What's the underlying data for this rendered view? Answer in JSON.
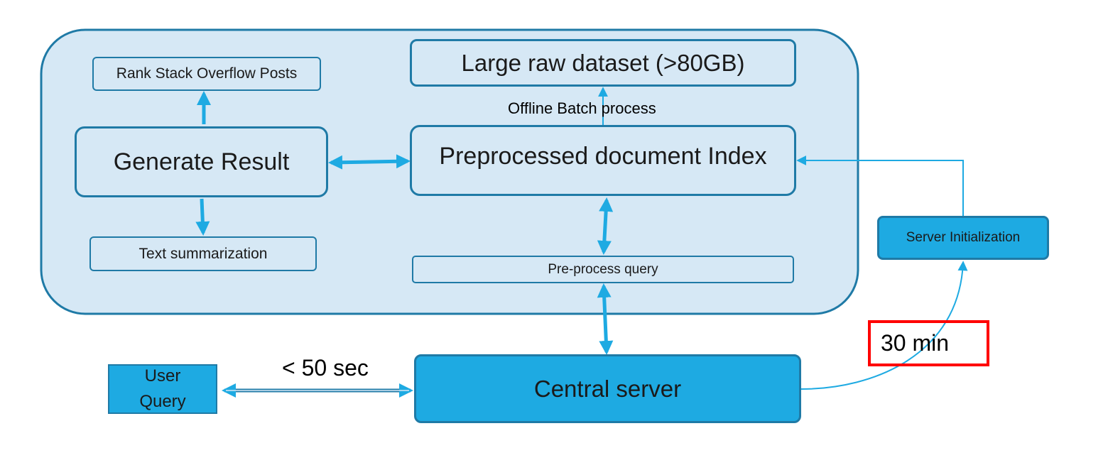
{
  "diagram": {
    "nodes": {
      "rank": "Rank Stack Overflow Posts",
      "dataset": "Large raw dataset (>80GB)",
      "generate": "Generate Result",
      "index": "Preprocessed document Index",
      "summarization": "Text summarization",
      "preprocess_query": "Pre-process query",
      "server_init": "Server Initialization",
      "user_query": "User Query",
      "central": "Central server"
    },
    "labels": {
      "offline_batch": "Offline Batch process",
      "latency": "< 50 sec",
      "init_time": "30 min"
    },
    "colors": {
      "container_fill": "#d6e8f5",
      "border": "#1f7aa6",
      "dark_fill": "#1eaae2",
      "arrow": "#1eaae2",
      "highlight": "#ff0000"
    }
  }
}
